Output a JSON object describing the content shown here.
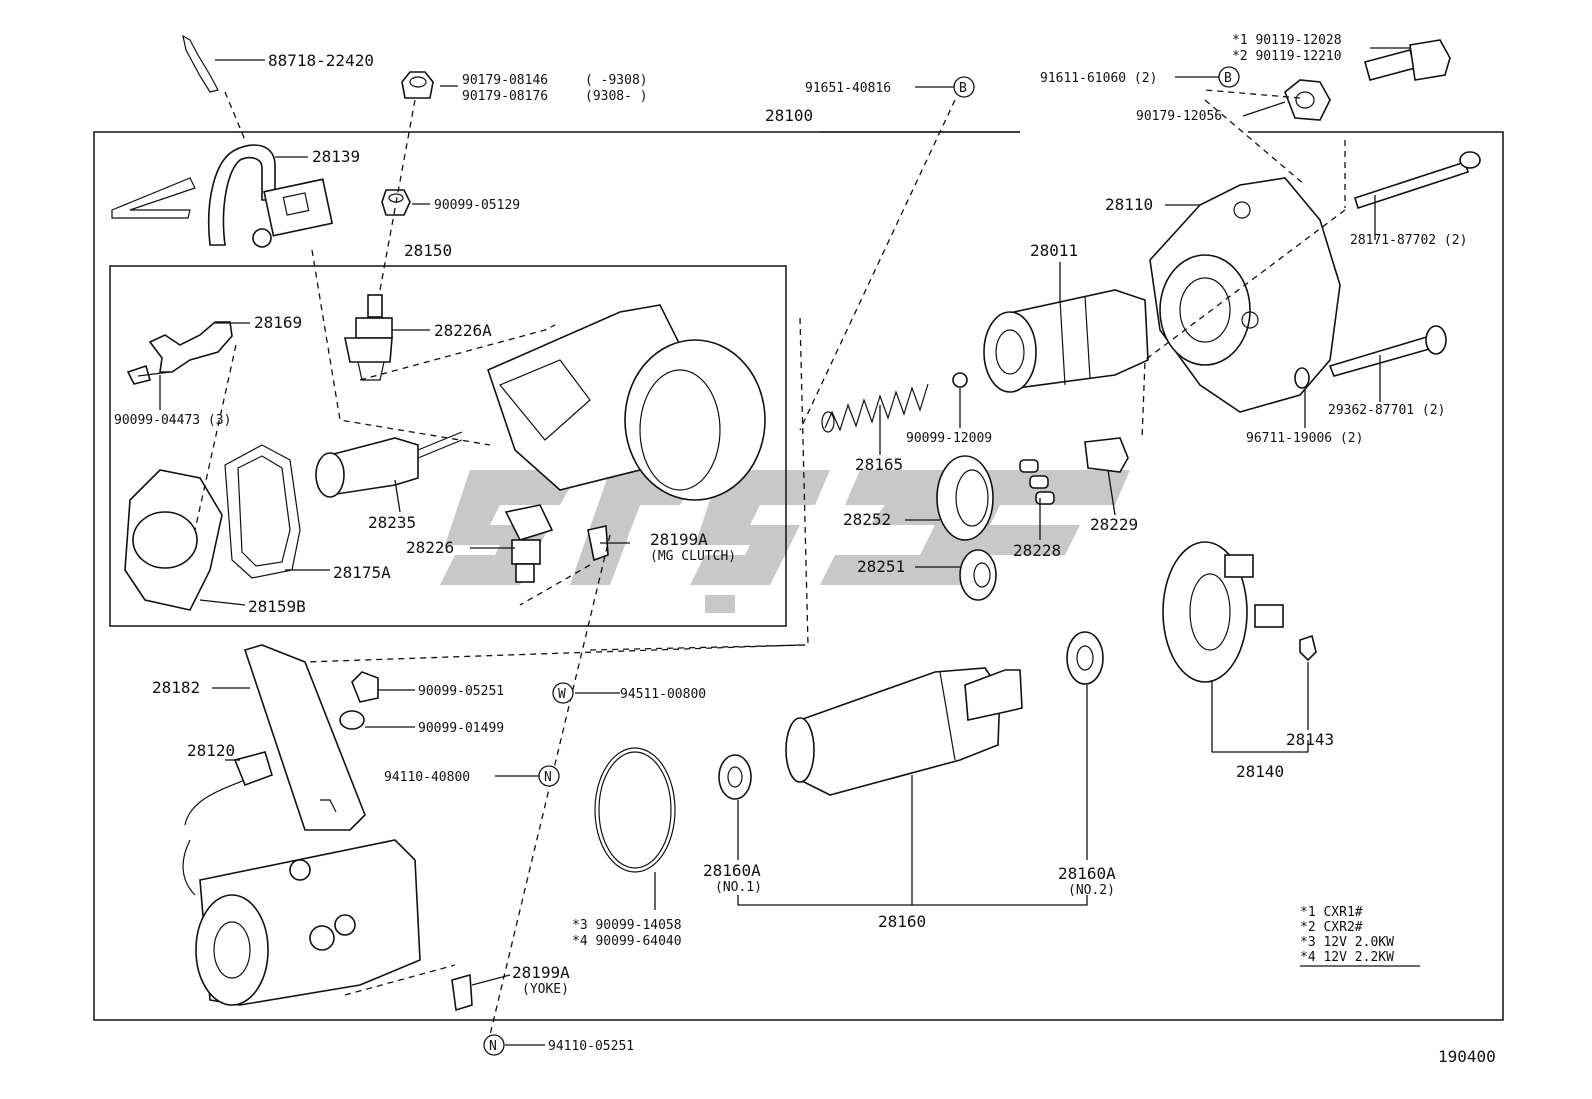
{
  "diagram_code": "190400",
  "assembly": {
    "main": "28100",
    "sub": "28150"
  },
  "callouts": {
    "p88718": "88718-22420",
    "p90179a": "90179-08146",
    "p90179a_range": "(     -9308)",
    "p90179b": "90179-08176",
    "p90179b_range": "(9308-     )",
    "p90099_05129": "90099-05129",
    "p91651": "91651-40816",
    "p91611": "91611-61060 (2)",
    "p90119_1": "*1  90119-12028",
    "p90119_2": "*2  90119-12210",
    "p90179_12056": "90179-12056",
    "p28139": "28139",
    "p28110": "28110",
    "p28011": "28011",
    "p28171": "28171-87702 (2)",
    "p28169": "28169",
    "p28226A": "28226A",
    "p90099_04473": "90099-04473 (3)",
    "p28165": "28165",
    "p90099_12009": "90099-12009",
    "p29362": "29362-87701 (2)",
    "p96711": "96711-19006 (2)",
    "p28235": "28235",
    "p28226": "28226",
    "p28199A_mg": "28199A",
    "p28199A_mg_note": "(MG CLUTCH)",
    "p28175A": "28175A",
    "p28159B": "28159B",
    "p28252": "28252",
    "p28228": "28228",
    "p28229": "28229",
    "p28251": "28251",
    "p28182": "28182",
    "p90099_05251": "90099-05251",
    "p90099_01499": "90099-01499",
    "p94511": "94511-00800",
    "p28120": "28120",
    "p94110_40800": "94110-40800",
    "p28143": "28143",
    "p28140": "28140",
    "p28160A_1": "28160A",
    "p28160A_1_note": "(NO.1)",
    "p28160A_2": "28160A",
    "p28160A_2_note": "(NO.2)",
    "p28160": "28160",
    "p90099_14058": "*3  90099-14058",
    "p90099_64040": "*4  90099-64040",
    "p28199A_yoke": "28199A",
    "p28199A_yoke_note": "(YOKE)",
    "p94110_05251": "94110-05251"
  },
  "markers": {
    "B1": "B",
    "B2": "B",
    "W": "W",
    "N1": "N",
    "N2": "N"
  },
  "legend": [
    "*1  CXR1#",
    "*2  CXR2#",
    "*3  12V  2.0KW",
    "*4  12V  2.2KW"
  ]
}
